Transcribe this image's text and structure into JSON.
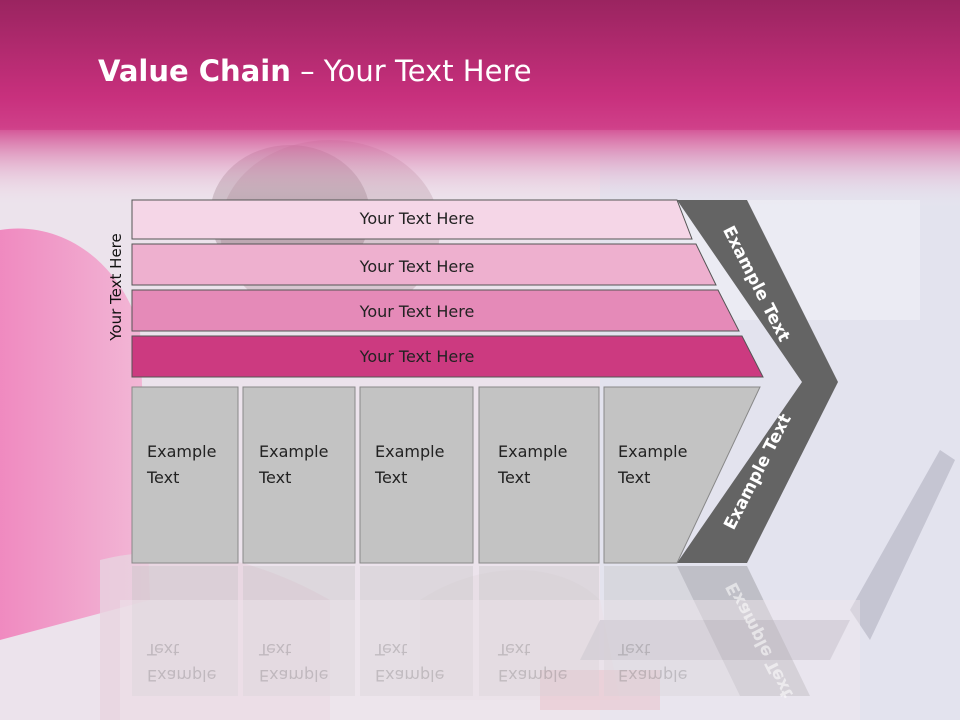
{
  "title": {
    "bold": "Value Chain",
    "rest": " – Your Text Here"
  },
  "side_label": "Your Text Here",
  "rows": [
    {
      "label": "Your Text Here",
      "color": "#f5d6e7"
    },
    {
      "label": "Your Text Here",
      "color": "#eeb0cf"
    },
    {
      "label": "Your Text Here",
      "color": "#e58ab8"
    },
    {
      "label": "Your Text Here",
      "color": "#cc3a80"
    }
  ],
  "boxes": [
    {
      "line1": "Example",
      "line2": "Text"
    },
    {
      "line1": "Example",
      "line2": "Text"
    },
    {
      "line1": "Example",
      "line2": "Text"
    },
    {
      "line1": "Example",
      "line2": "Text"
    },
    {
      "line1": "Example",
      "line2": "Text"
    }
  ],
  "chevrons": {
    "upper": "Example Text",
    "lower": "Example Text"
  },
  "colors": {
    "header": "#c2307c",
    "box": "#c3c3c3",
    "chevron": "#646464"
  }
}
